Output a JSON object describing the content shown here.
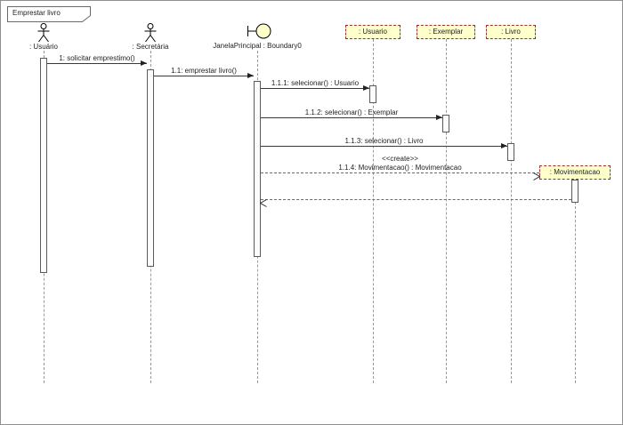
{
  "frame_title": "Emprestar livro",
  "lifelines": {
    "usuario_actor": ": Usuário",
    "secretaria_actor": ": Secretária",
    "janela_boundary": "JanelaPrincipal : Boundary0",
    "usuario_object": ": Usuario",
    "exemplar_object": ": Exemplar",
    "livro_object": ": Livro",
    "movimentacao_object": ": Movimentacao"
  },
  "messages": {
    "m1": "1: solicitar emprestimo()",
    "m2": "1.1: emprestar livro()",
    "m3": "1.1.1: selecionar() : Usuario",
    "m4": "1.1.2: selecionar() : Exemplar",
    "m5": "1.1.3: selecionar() : Livro",
    "m6_stereotype": "<<create>>",
    "m6": "1.1.4: Movimentacao() : Movimentacao"
  },
  "colors": {
    "object_fill": "#ffffcc",
    "object_border": "#993333",
    "lifeline": "#9a9a9a",
    "message_line": "#3a3a3a",
    "canvas_border": "#8f8f8f"
  }
}
